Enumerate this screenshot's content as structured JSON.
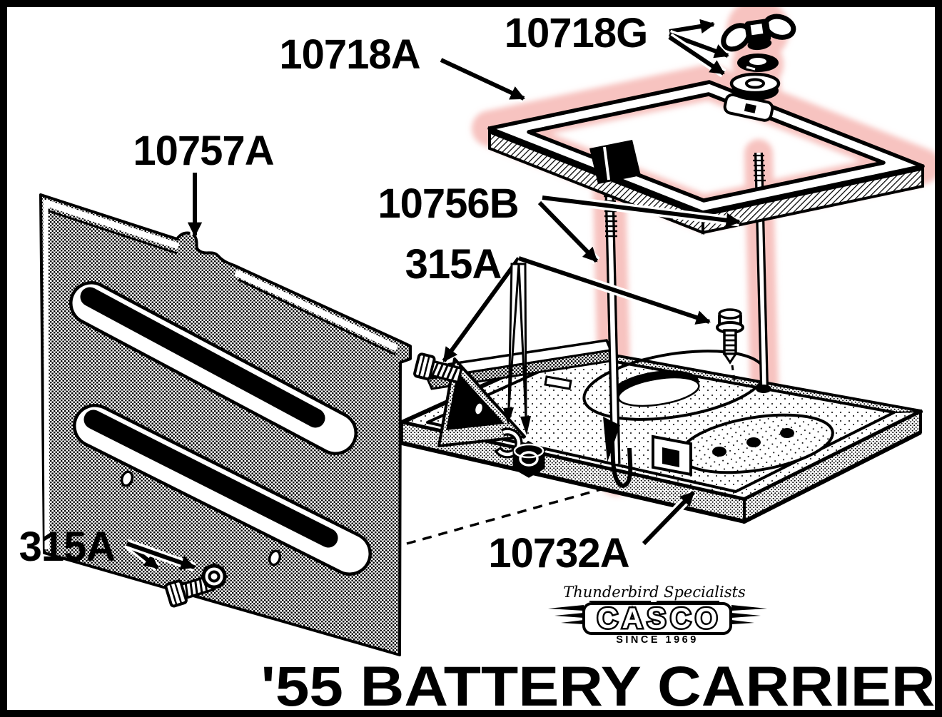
{
  "diagram": {
    "title": "'55 BATTERY CARRIER",
    "highlight_color": "#f7c3c0",
    "labels": {
      "frame": "10718A",
      "wing_nut_kit": "10718G",
      "shield": "10757A",
      "hold_down_bolts": "10756B",
      "hardware_mid": "315A",
      "hardware_corner": "315A",
      "tray": "10732A"
    },
    "logo": {
      "tagline": "Thunderbird Specialists",
      "brand": "CASCO",
      "since": "SINCE 1969"
    }
  }
}
